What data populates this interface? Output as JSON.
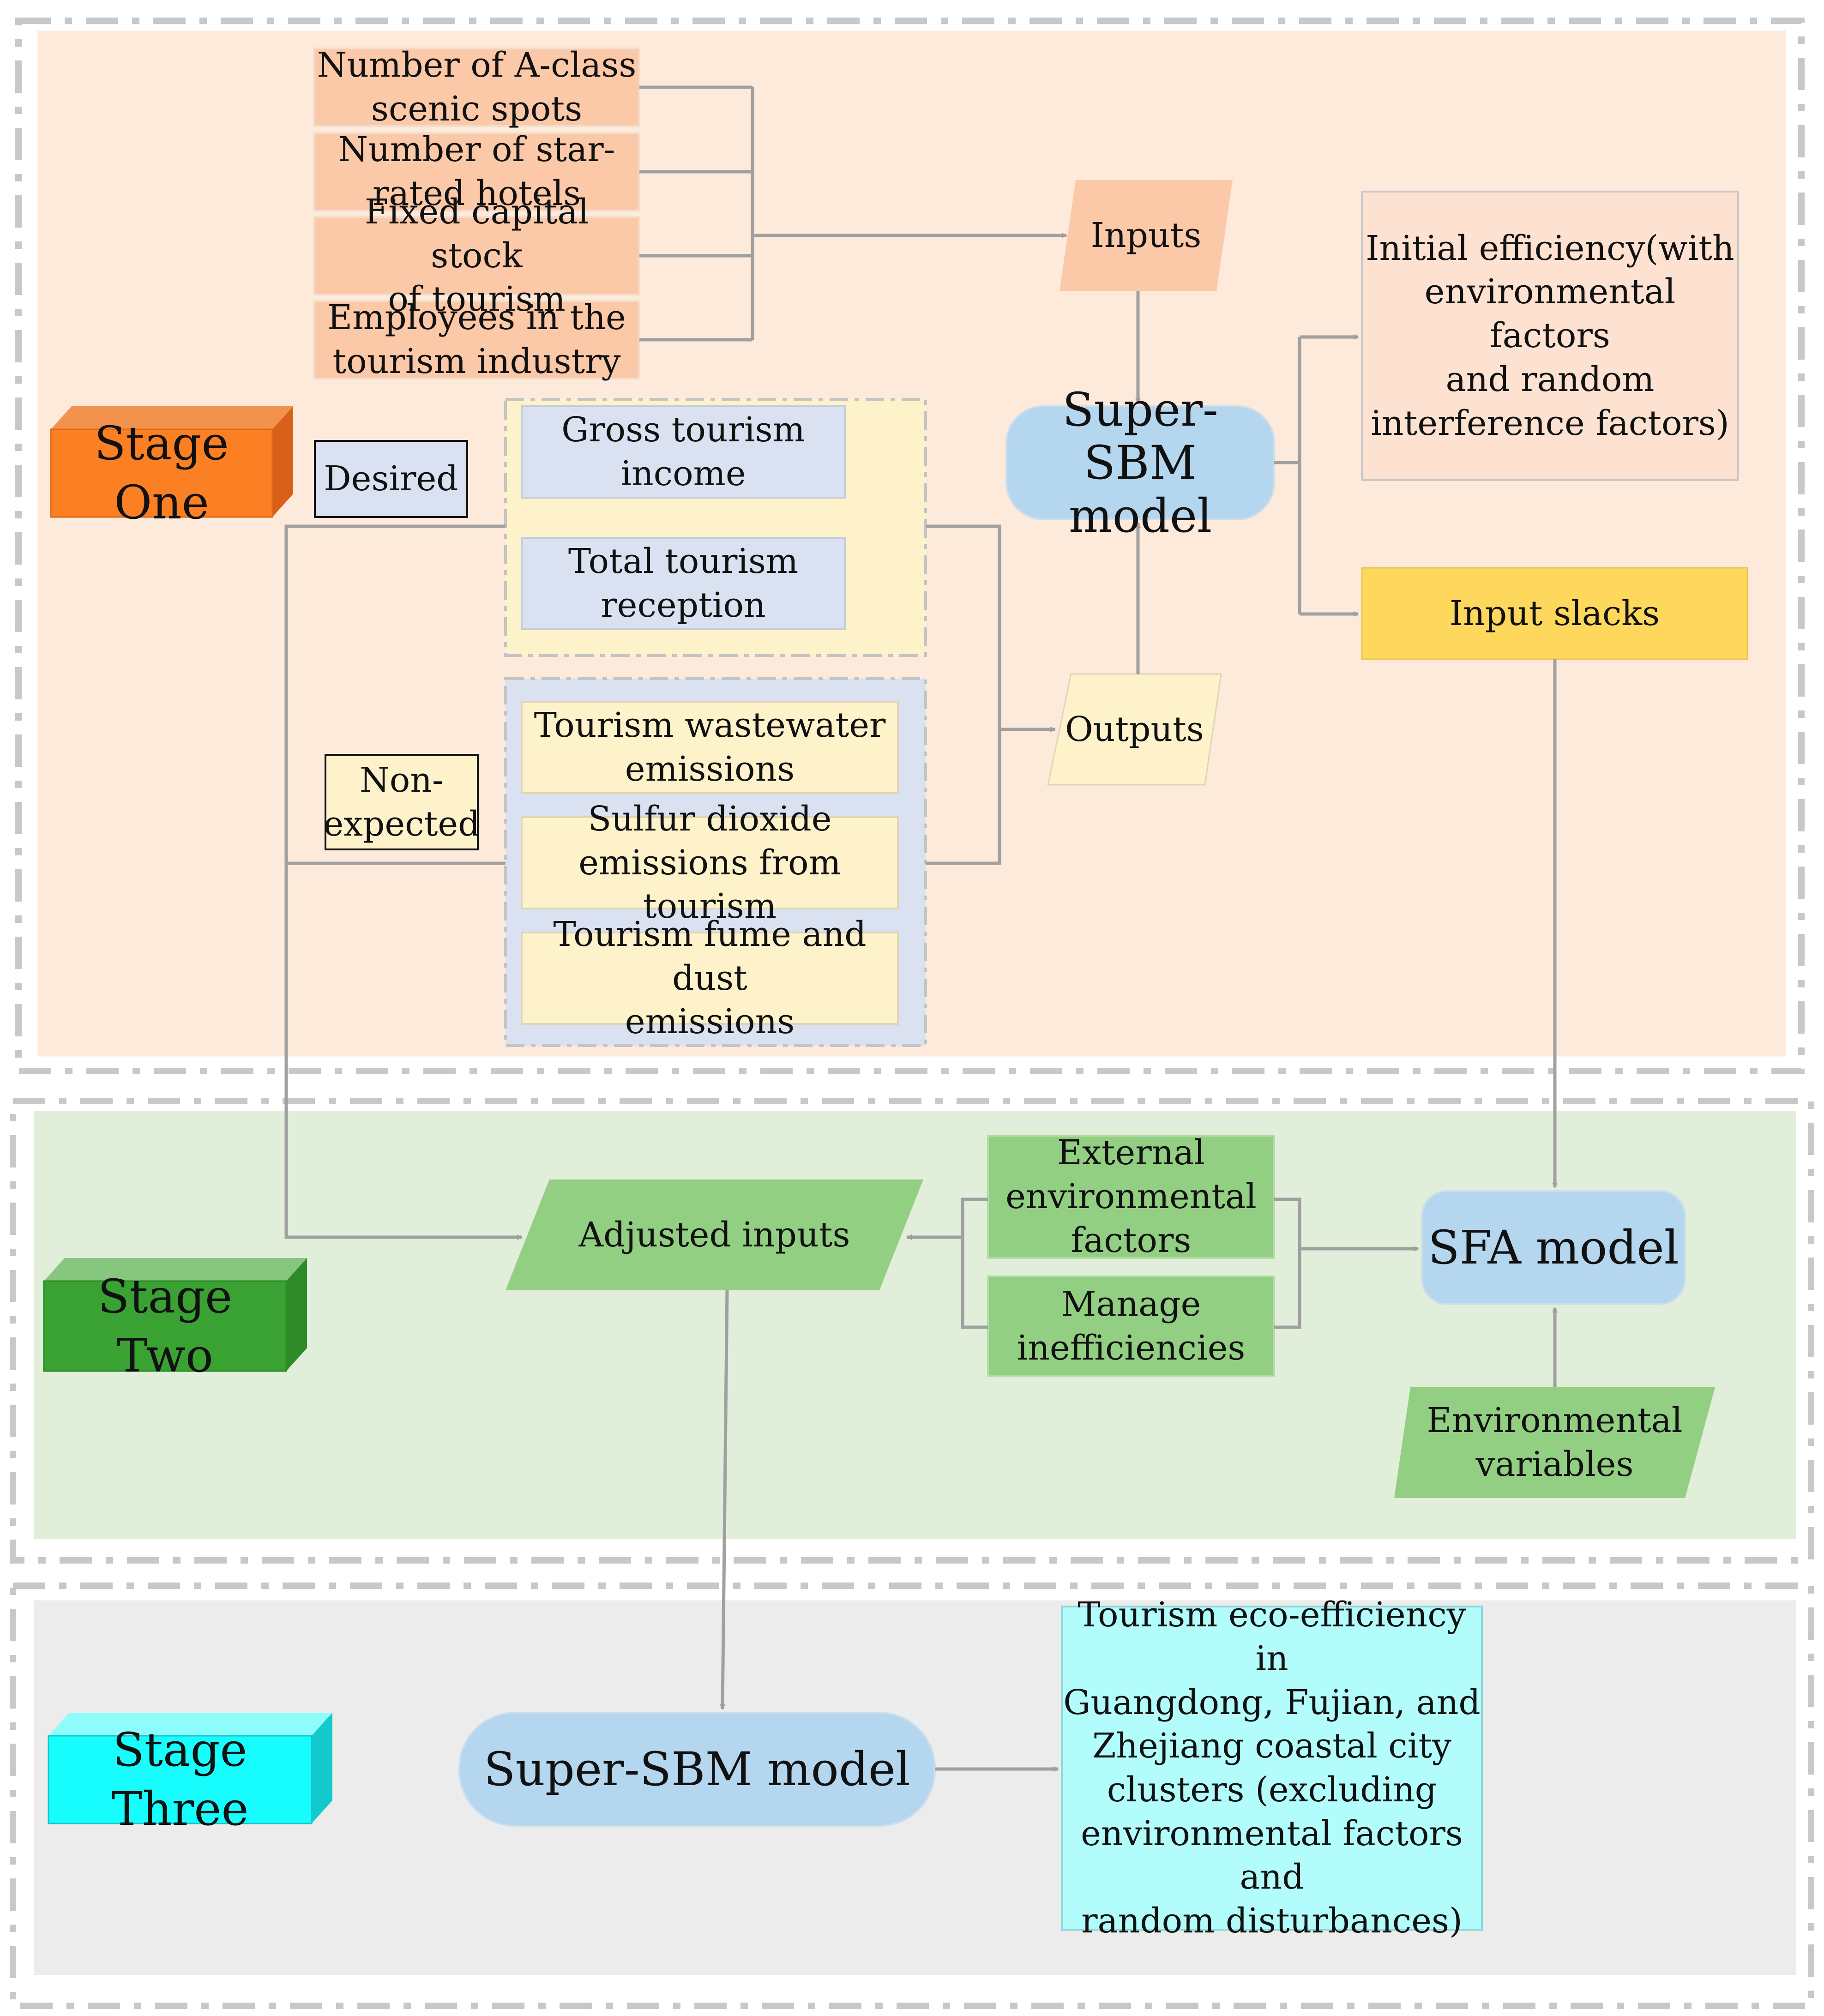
{
  "stages": {
    "one": {
      "label": "Stage One",
      "color": "#fb7f23"
    },
    "two": {
      "label": "Stage Two",
      "color": "#3aa233"
    },
    "three": {
      "label": "Stage Three",
      "color": "#17fdfd"
    }
  },
  "stage_one": {
    "input_indicators": [
      "Number of A-class\nscenic spots",
      "Number of star-\nrated hotels",
      "Fixed capital stock\nof tourism",
      "Employees in the\ntourism industry"
    ],
    "inputs_label": "Inputs",
    "desired_label": "Desired",
    "desired_outputs": [
      "Gross tourism\nincome",
      "Total tourism\nreception"
    ],
    "nonexpected_label": "Non-\nexpected",
    "undesired_outputs": [
      "Tourism wastewater\nemissions",
      "Sulfur dioxide\nemissions from tourism",
      "Tourism fume and dust\nemissions"
    ],
    "outputs_label": "Outputs",
    "model_label": "Super-SBM\nmodel",
    "initial_efficiency_label": "Initial efficiency(with\nenvironmental factors\nand random\ninterference factors)",
    "input_slacks_label": "Input slacks"
  },
  "stage_two": {
    "adjusted_inputs_label": "Adjusted inputs",
    "external_factors_label": "External\nenvironmental\nfactors",
    "manage_inefficiencies_label": "Manage\ninefficiencies",
    "sfa_model_label": "SFA model",
    "environmental_variables_label": "Environmental\nvariables"
  },
  "stage_three": {
    "model_label": "Super-SBM model",
    "result_label": "Tourism eco-efficiency in\nGuangdong, Fujian, and\nZhejiang coastal city\nclusters (excluding\nenvironmental factors and\nrandom disturbances)"
  },
  "colors": {
    "stage_one_bg": "#fdeadb",
    "stage_two_bg": "#e1eed9",
    "stage_three_bg": "#ececec",
    "input_box": "#fbc8a8",
    "desired_box": "#dae2f2",
    "undesired_box": "#fef2cb",
    "model_box": "#b4d6ee",
    "slacks_box": "#fed85c",
    "green_box": "#93cf82",
    "result_box": "#b2fcfc",
    "connector": "#a0a0a0"
  }
}
